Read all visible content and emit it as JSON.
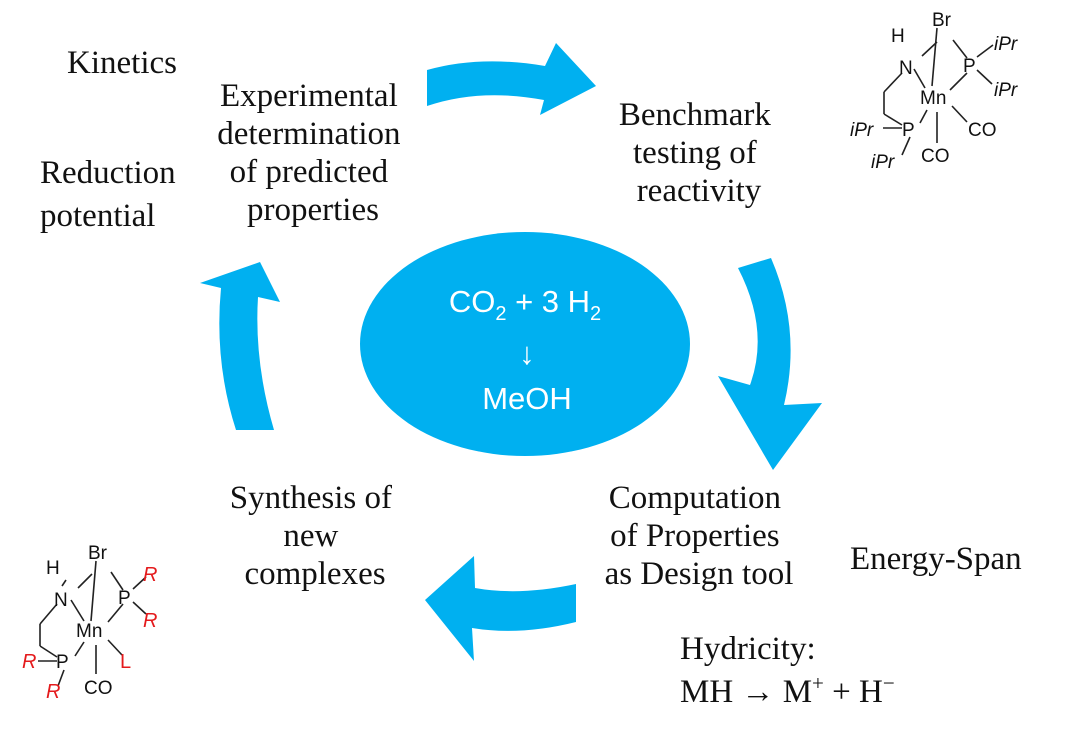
{
  "colors": {
    "accent": "#00b0f0",
    "text": "#111111",
    "highlight": "#e41a1c"
  },
  "center": {
    "line1_prefix": "CO",
    "line1_sub": "2",
    "line1_mid": " + 3 H",
    "line1_sub2": "2",
    "arrow": "↓",
    "product": "MeOH"
  },
  "steps": {
    "experimental": [
      "Experimental",
      "determination",
      "of predicted",
      "properties"
    ],
    "benchmark": [
      "Benchmark",
      "testing of",
      "reactivity"
    ],
    "computation": [
      "Computation",
      "of Properties",
      "as Design tool"
    ],
    "synthesis": [
      "Synthesis of",
      "new",
      "complexes"
    ]
  },
  "annotations": {
    "kinetics": "Kinetics",
    "reduction": [
      "Reduction",
      "potential"
    ],
    "energy_span": "Energy-Span",
    "hydricity_title": "Hydricity:",
    "hydricity_eq": {
      "lhs": "MH",
      "arrow": "→",
      "m": "M",
      "m_sup": "+",
      "plus": "+",
      "h": "H",
      "h_sup": "−"
    }
  },
  "complex_known": {
    "atoms": {
      "br": "Br",
      "h": "H",
      "n": "N",
      "p": "P",
      "mn": "Mn",
      "co": "CO"
    },
    "substituent": "iPr"
  },
  "complex_new": {
    "atoms": {
      "br": "Br",
      "h": "H",
      "n": "N",
      "p": "P",
      "mn": "Mn",
      "co": "CO",
      "l": "L"
    },
    "substituent": "R"
  }
}
